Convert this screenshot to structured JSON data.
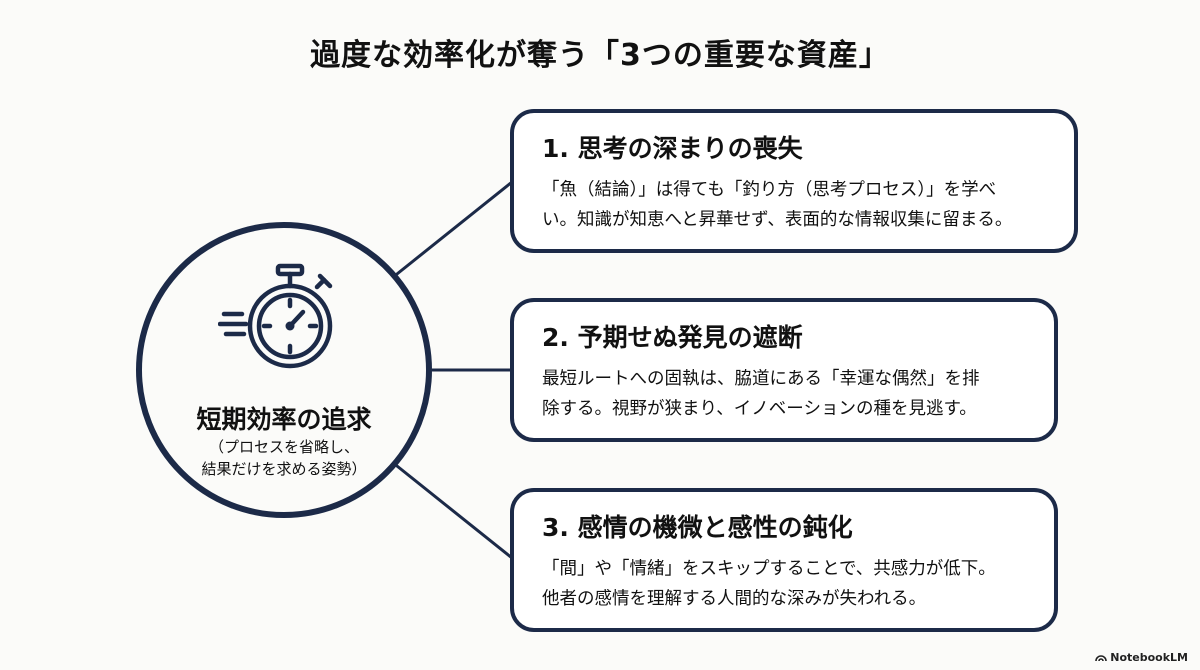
{
  "title": "過度な効率化が奪う「3つの重要な資産」",
  "hub": {
    "icon": "stopwatch-icon",
    "title": "短期効率の追求",
    "subtitle_lines": [
      "（プロセスを省略し、",
      "結果だけを求める姿勢）"
    ]
  },
  "cards": [
    {
      "title": "1. 思考の深まりの喪失",
      "lines": [
        "「魚（結論）」は得ても「釣り方（思考プロセス）」を学べ",
        "い。知識が知恵へと昇華せず、表面的な情報収集に留まる。"
      ]
    },
    {
      "title": "2. 予期せぬ発見の遮断",
      "lines": [
        "最短ルートへの固執は、脇道にある「幸運な偶然」を排",
        "除する。視野が狭まり、イノベーションの種を見逃す。"
      ]
    },
    {
      "title": "3. 感情の機微と感性の鈍化",
      "lines": [
        "「間」や「情緒」をスキップすることで、共感力が低下。",
        "他者の感情を理解する人間的な深みが失われる。"
      ]
    }
  ],
  "branding": {
    "label": "NotebookLM",
    "icon": "notebooklm-logo-icon"
  },
  "colors": {
    "accent": "#1c2a48",
    "background": "#fbfbf9"
  }
}
